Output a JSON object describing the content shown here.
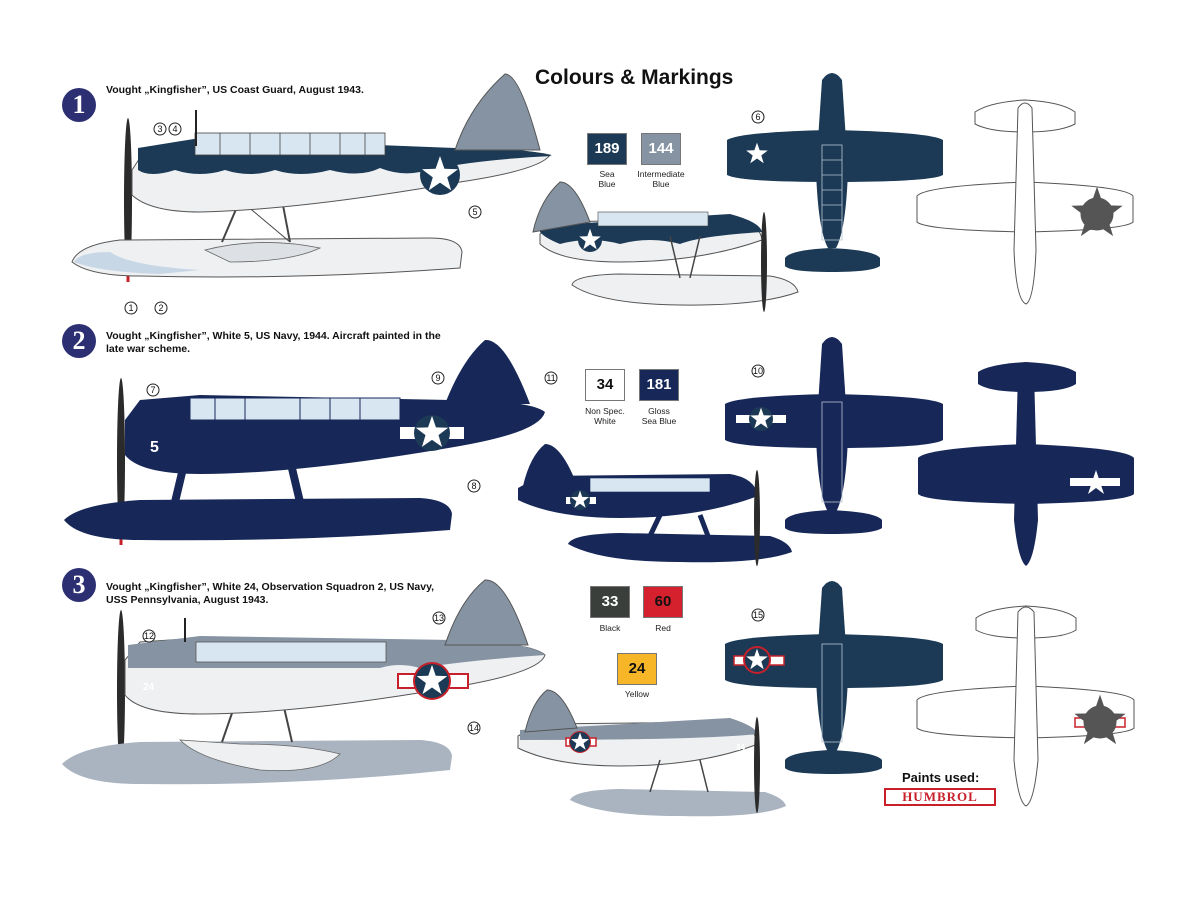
{
  "sheet_title": "Colours & Markings",
  "schemes": [
    {
      "number": "1",
      "description_lines": [
        "Vought „Kingfisher”, US Coast Guard,  August 1943."
      ]
    },
    {
      "number": "2",
      "description_lines": [
        "Vought „Kingfisher”, White 5, US Navy, 1944. Aircraft painted in the",
        "late war scheme."
      ]
    },
    {
      "number": "3",
      "description_lines": [
        "Vought „Kingfisher”, White 24, Observation Squadron 2, US Navy,",
        "USS Pennsylvania, August 1943."
      ]
    }
  ],
  "swatches": [
    {
      "code": "189",
      "name_lines": [
        "Sea",
        "Blue"
      ],
      "color": "#1c3a55"
    },
    {
      "code": "144",
      "name_lines": [
        "Intermediate",
        "Blue"
      ],
      "color": "#8593a3"
    },
    {
      "code": "34",
      "name_lines": [
        "Non Spec.",
        "White"
      ],
      "color": "#ffffff"
    },
    {
      "code": "181",
      "name_lines": [
        "Gloss",
        "Sea Blue"
      ],
      "color": "#172858"
    },
    {
      "code": "33",
      "name_lines": [
        "Black"
      ],
      "color": "#3a3f3c"
    },
    {
      "code": "60",
      "name_lines": [
        "Red"
      ],
      "color": "#d4212d"
    },
    {
      "code": "24",
      "name_lines": [
        "Yellow"
      ],
      "color": "#f6b628"
    }
  ],
  "aircraft_codes": {
    "scheme2": "5",
    "scheme3": "24"
  },
  "callouts": [
    "1",
    "2",
    "3",
    "4",
    "5",
    "6",
    "7",
    "8",
    "9",
    "10",
    "11",
    "12",
    "13",
    "14",
    "15"
  ],
  "paints_used_label": "Paints used:",
  "brand_logo": "HUMBROL",
  "colors": {
    "sea_blue": "#1c3a55",
    "intermediate_blue": "#8593a3",
    "gloss_sea_blue": "#172858",
    "light_grey": "#e9ecef",
    "scheme_badge": "#2c2f72",
    "insignia_red": "#c8202a"
  }
}
